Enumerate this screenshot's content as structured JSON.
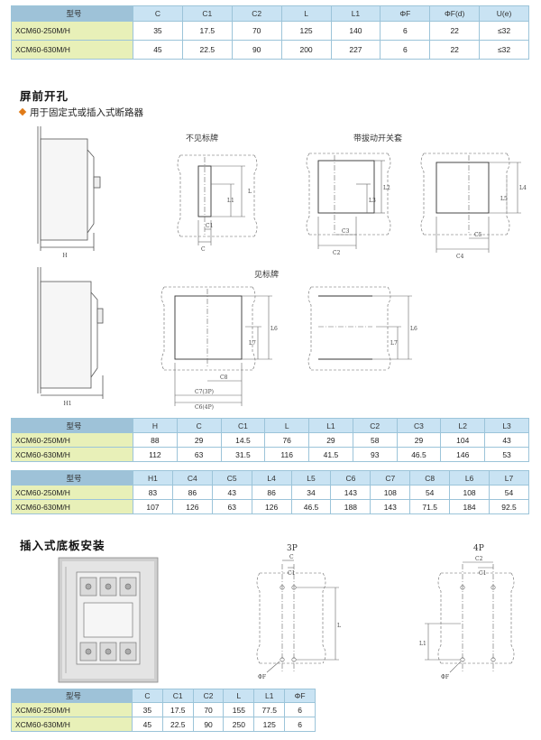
{
  "table1": {
    "headers": [
      "型号",
      "C",
      "C1",
      "C2",
      "L",
      "L1",
      "ΦF",
      "ΦF(d)",
      "U(e)"
    ],
    "rows": [
      [
        "XCM60-250M/H",
        "35",
        "17.5",
        "70",
        "125",
        "140",
        "6",
        "22",
        "≤32"
      ],
      [
        "XCM60-630M/H",
        "45",
        "22.5",
        "90",
        "200",
        "227",
        "6",
        "22",
        "≤32"
      ]
    ]
  },
  "section1": {
    "title": "屏前开孔",
    "subtitle": "用于固定式或插入式断路器",
    "label_no_sign": "不见标牌",
    "label_with_sleeve": "带拔动开关套",
    "label_with_sign": "见标牌"
  },
  "diagram_labels": {
    "H": "H",
    "H1": "H1",
    "C": "C",
    "C1": "C1",
    "C2": "C2",
    "C3": "C3",
    "C4": "C4",
    "C5": "C5",
    "C6_4P": "C6(4P)",
    "C7_3P": "C7(3P)",
    "C8": "C8",
    "L": "L",
    "L1": "L1",
    "L2": "L2",
    "L3": "L3",
    "L4": "L4",
    "L5": "L5",
    "L6": "L6",
    "L7": "L7",
    "PHIF": "ΦF"
  },
  "table2": {
    "headers": [
      "型号",
      "H",
      "C",
      "C1",
      "L",
      "L1",
      "C2",
      "C3",
      "L2",
      "L3"
    ],
    "rows": [
      [
        "XCM60-250M/H",
        "88",
        "29",
        "14.5",
        "76",
        "29",
        "58",
        "29",
        "104",
        "43"
      ],
      [
        "XCM60-630M/H",
        "112",
        "63",
        "31.5",
        "116",
        "41.5",
        "93",
        "46.5",
        "146",
        "53"
      ]
    ]
  },
  "table3": {
    "headers": [
      "型号",
      "H1",
      "C4",
      "C5",
      "L4",
      "L5",
      "C6",
      "C7",
      "C8",
      "L6",
      "L7"
    ],
    "rows": [
      [
        "XCM60-250M/H",
        "83",
        "86",
        "43",
        "86",
        "34",
        "143",
        "108",
        "54",
        "108",
        "54"
      ],
      [
        "XCM60-630M/H",
        "107",
        "126",
        "63",
        "126",
        "46.5",
        "188",
        "143",
        "71.5",
        "184",
        "92.5"
      ]
    ]
  },
  "section2": {
    "title": "插入式底板安装",
    "label_3p": "3P",
    "label_4p": "4P"
  },
  "table4": {
    "headers": [
      "型号",
      "C",
      "C1",
      "C2",
      "L",
      "L1",
      "ΦF"
    ],
    "rows": [
      [
        "XCM60-250M/H",
        "35",
        "17.5",
        "70",
        "155",
        "77.5",
        "6"
      ],
      [
        "XCM60-630M/H",
        "45",
        "22.5",
        "90",
        "250",
        "125",
        "6"
      ]
    ]
  }
}
